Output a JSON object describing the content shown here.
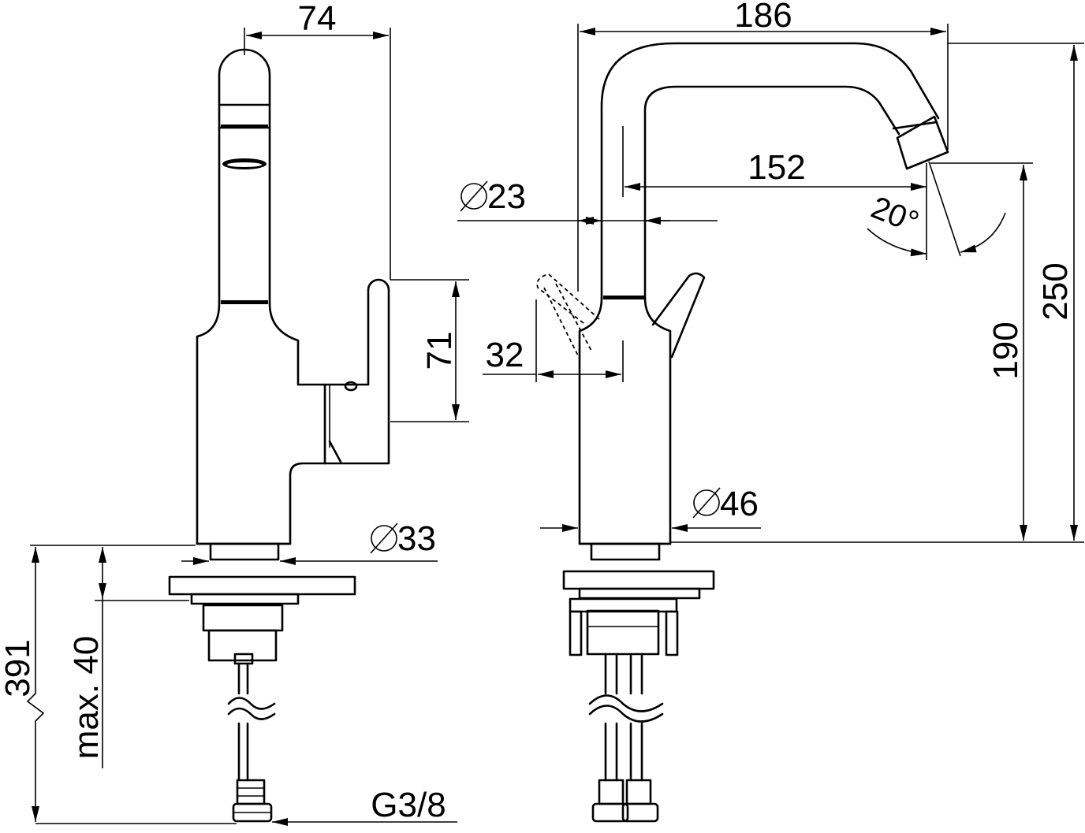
{
  "dimensions": {
    "side_depth": "74",
    "total_width": "186",
    "lever_height": "71",
    "spout_diameter": "23",
    "spout_reach": "152",
    "spout_angle": "20°",
    "lever_offset": "32",
    "total_height": "250",
    "outlet_height": "190",
    "body_diameter": "46",
    "base_diameter": "33",
    "hose_length": "391",
    "max_deck_thickness": "max. 40",
    "thread": "G3/8"
  }
}
